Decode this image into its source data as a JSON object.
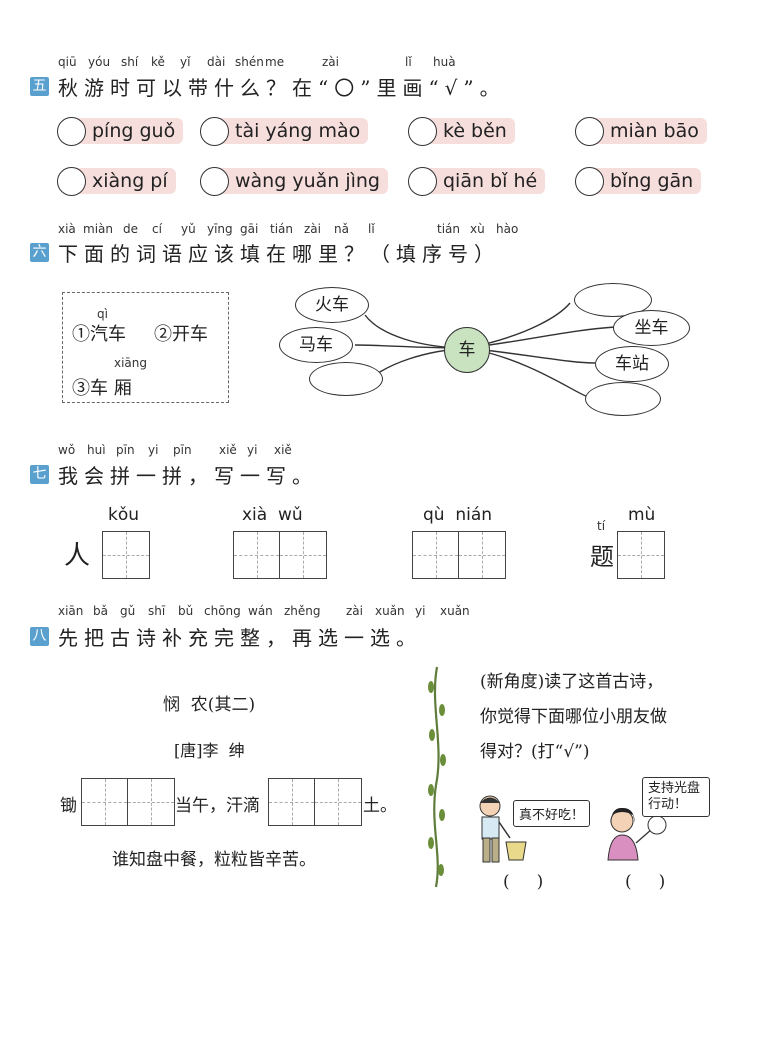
{
  "q5": {
    "number": "五",
    "pinyin": [
      "qiū",
      "yóu",
      "shí",
      "kě",
      "yǐ",
      "dài",
      "shén",
      "me",
      "zài",
      "lǐ",
      "huà"
    ],
    "text": "秋游时可以带什么？在“〇”里画“√”。",
    "options": [
      "píng guǒ",
      "tài yáng mào",
      "kè běn",
      "miàn bāo",
      "xiàng pí",
      "wàng yuǎn jìng",
      "qiān bǐ hé",
      "bǐng gān"
    ]
  },
  "q6": {
    "number": "六",
    "pinyin": [
      "xià",
      "miàn",
      "de",
      "cí",
      "yǔ",
      "yīng",
      "gāi",
      "tián",
      "zài",
      "nǎ",
      "lǐ",
      "tián",
      "xù",
      "hào"
    ],
    "text": "下面的词语应该填在哪里？（填序号）",
    "box_pinyin_1": "qì",
    "box_pinyin_2": "xiāng",
    "box_items": [
      "①汽车",
      "②开车",
      "③车 厢"
    ],
    "center": "车",
    "left_words": [
      "火车",
      "马车"
    ],
    "right_words": [
      "坐车",
      "车站"
    ],
    "center_color": "#c9e3c1"
  },
  "q7": {
    "number": "七",
    "pinyin": [
      "wǒ",
      "huì",
      "pīn",
      "yi",
      "pīn",
      "xiě",
      "yi",
      "xiě"
    ],
    "text": "我会拼一拼，写一写。",
    "items": [
      {
        "pinyin": "kǒu",
        "prefix": "人",
        "prefix_pinyin": ""
      },
      {
        "pinyin": "xià  wǔ",
        "prefix": "",
        "prefix_pinyin": ""
      },
      {
        "pinyin": "qù  nián",
        "prefix": "",
        "prefix_pinyin": ""
      },
      {
        "pinyin": "mù",
        "prefix": "题",
        "prefix_pinyin": "tí"
      }
    ]
  },
  "q8": {
    "number": "八",
    "pinyin": [
      "xiān",
      "bǎ",
      "gǔ",
      "shī",
      "bǔ",
      "chōng",
      "wán",
      "zhěng",
      "zài",
      "xuǎn",
      "yi",
      "xuǎn"
    ],
    "text": "先把古诗补充完整，再选一选。",
    "poem_title": "悯  农(其二)",
    "poem_author": "[唐]李  绅",
    "line1_start": "锄",
    "line1_mid": "当午，汗滴",
    "line1_end": "土。",
    "line2": "谁知盘中餐，粒粒皆辛苦。",
    "question_lines": [
      "(新角度)读了这首古诗，",
      "你觉得下面哪位小朋友做",
      "得对？(打“√”)"
    ],
    "speech_1": "真不好吃！",
    "speech_2": "支持光盘行动！",
    "paren_1": "(     )",
    "paren_2": "(     )"
  },
  "colors": {
    "qnum_bg": "#5aa0cf",
    "option_bg": "#f6dedd",
    "vine": "#5f7c3a"
  }
}
